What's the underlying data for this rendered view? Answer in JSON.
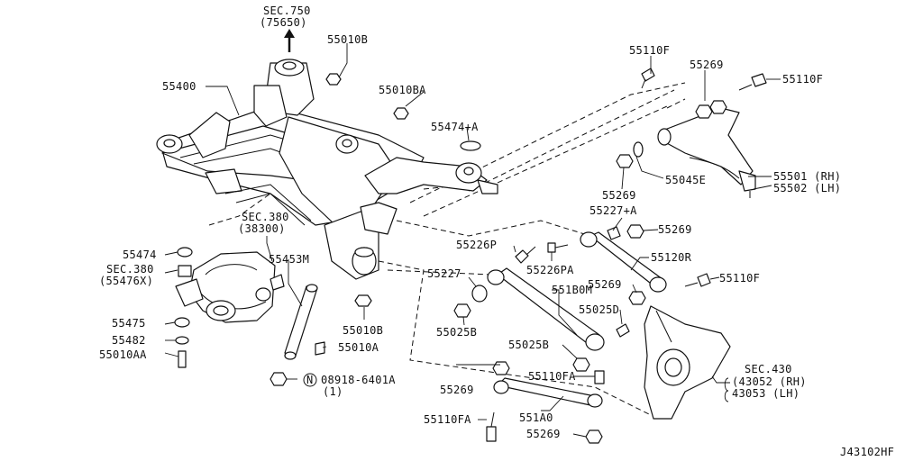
{
  "diagram_id": "J43102HF",
  "labels": {
    "sec750": "SEC.750",
    "sec750_sub": "(75650)",
    "p55010B_top": "55010B",
    "p55400": "55400",
    "p55010BA": "55010BA",
    "p55474A": "55474+A",
    "p55110F_top": "55110F",
    "p55269_top": "55269",
    "p55110F_topright": "55110F",
    "p55501": "55501 (RH)",
    "p55502": "55502 (LH)",
    "p55045E": "55045E",
    "p55269_mid": "55269",
    "p55227A": "55227+A",
    "p55269_midright": "55269",
    "sec380": "SEC.380",
    "sec380_sub": "(38300)",
    "p55474": "55474",
    "sec380b": "SEC.380",
    "sec380b_sub": "(55476X)",
    "p55453M": "55453M",
    "p55226P": "55226P",
    "p55226PA": "55226PA",
    "p55120R": "55120R",
    "p55227": "55227",
    "p551B0M": "551B0M",
    "p55269_right": "55269",
    "p55110F_right": "55110F",
    "p55475": "55475",
    "p55482": "55482",
    "p55010AA": "55010AA",
    "p55010B_low": "55010B",
    "p55010A": "55010A",
    "p55025B_left": "55025B",
    "p55025D": "55025D",
    "p55025B_mid": "55025B",
    "sec430": "SEC.430",
    "sec430_rh": "(43052 (RH)",
    "sec430_lh": " 43053 (LH)",
    "p08918": "08918-6401A",
    "p08918_qty": "(1)",
    "nut_mark": "N",
    "p55269_bottom": "55269",
    "p55110FA_mid": "55110FA",
    "p55110FA_left": "55110FA",
    "p551A0": "551A0",
    "p55269_bottomright": "55269"
  }
}
